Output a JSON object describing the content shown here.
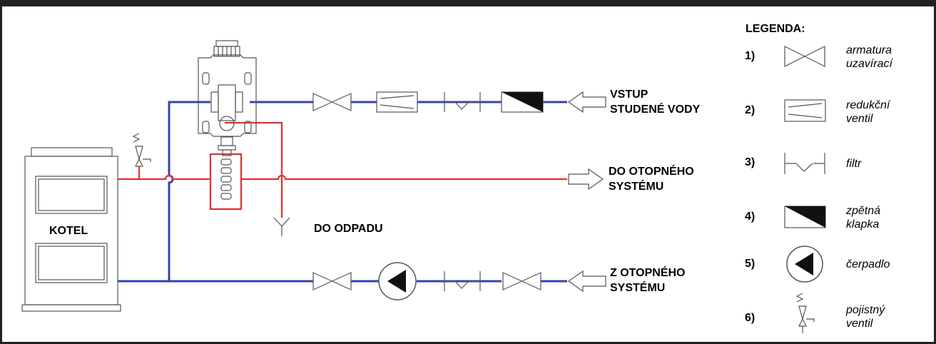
{
  "labels": {
    "kotel": "KOTEL",
    "inlet_line1": "VSTUP",
    "inlet_line2": "STUDENÉ VODY",
    "heating_out_line1": "DO OTOPNÉHO",
    "heating_out_line2": "SYSTÉMU",
    "drain": "DO ODPADU",
    "heating_return_line1": "Z OTOPNÉHO",
    "heating_return_line2": "SYSTÉMU"
  },
  "legend": {
    "title": "LEGENDA:",
    "items": [
      {
        "num": "1)",
        "icon": "shutoff-valve-icon",
        "line1": "armatura",
        "line2": "uzavírací"
      },
      {
        "num": "2)",
        "icon": "reducing-valve-icon",
        "line1": "redukční",
        "line2": "ventil"
      },
      {
        "num": "3)",
        "icon": "filter-icon",
        "line1": "filtr",
        "line2": ""
      },
      {
        "num": "4)",
        "icon": "check-valve-icon",
        "line1": "zpětná",
        "line2": "klapka"
      },
      {
        "num": "5)",
        "icon": "pump-icon",
        "line1": "čerpadlo",
        "line2": ""
      },
      {
        "num": "6)",
        "icon": "safety-valve-icon",
        "line1": "pojistný",
        "line2": "ventil"
      }
    ]
  },
  "colors": {
    "cold_water": "#3344aa",
    "hot_water": "#e03030",
    "outline": "#555555"
  }
}
